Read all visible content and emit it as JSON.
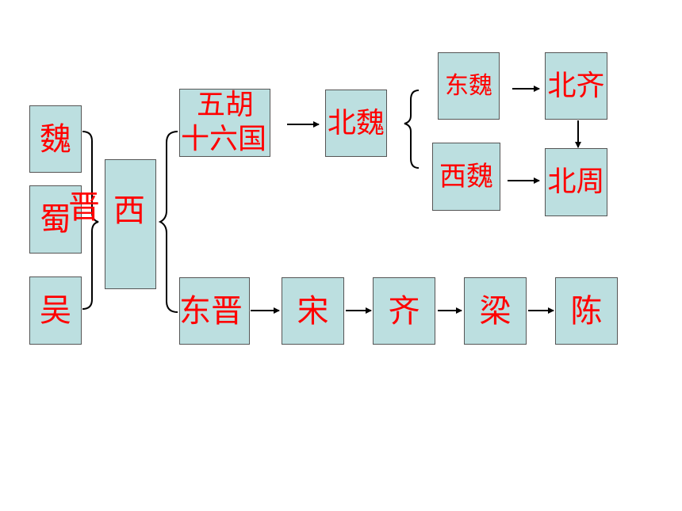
{
  "nodes": {
    "wei": "魏",
    "shu": "蜀",
    "wu": "吴",
    "xi": "西",
    "jin": "晋",
    "wuhu_line1": "五胡",
    "wuhu_line2": "十六国",
    "beiwei": "北魏",
    "dongwei": "东魏",
    "xiwei": "西魏",
    "beiqi": "北齐",
    "beizhou": "北周",
    "dongjin": "东晋",
    "song": "宋",
    "qi": "齐",
    "liang": "梁",
    "chen": "陈"
  },
  "colors": {
    "box_fill": "#bcdfe0",
    "text": "#ff0000",
    "line": "#000000"
  }
}
